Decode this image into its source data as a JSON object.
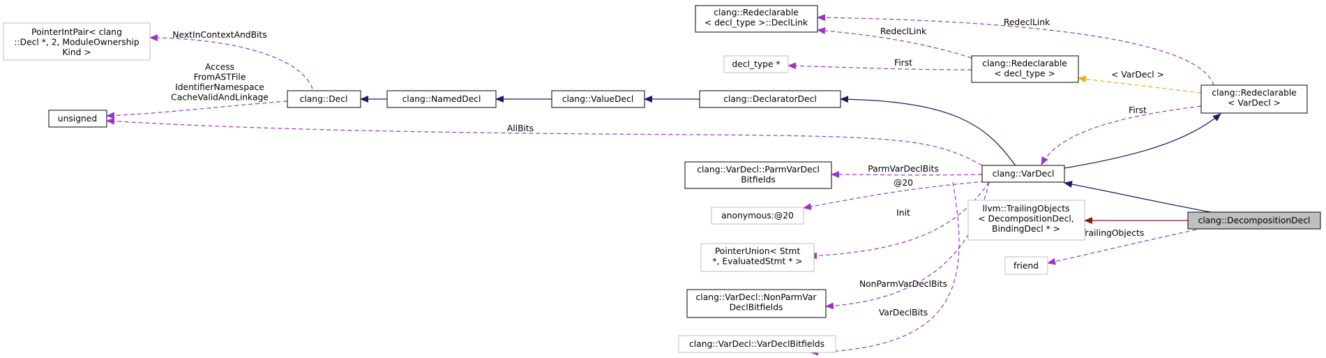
{
  "nodes": [
    {
      "id": "pip",
      "lines": [
        "PointerIntPair< clang",
        "::Decl *, 2, ModuleOwnership",
        "Kind >"
      ],
      "style": "external"
    },
    {
      "id": "unsigned",
      "lines": [
        "unsigned"
      ],
      "style": "documented"
    },
    {
      "id": "decl",
      "lines": [
        "clang::Decl"
      ],
      "style": "documented"
    },
    {
      "id": "nameddecl",
      "lines": [
        "clang::NamedDecl"
      ],
      "style": "documented"
    },
    {
      "id": "valuedecl",
      "lines": [
        "clang::ValueDecl"
      ],
      "style": "documented"
    },
    {
      "id": "declaratordecl",
      "lines": [
        "clang::DeclaratorDecl"
      ],
      "style": "documented"
    },
    {
      "id": "redecl_link",
      "lines": [
        "clang::Redeclarable",
        "< decl_type >::DeclLink"
      ],
      "style": "documented"
    },
    {
      "id": "decl_type",
      "lines": [
        "decl_type *"
      ],
      "style": "external"
    },
    {
      "id": "redecl_dt",
      "lines": [
        "clang::Redeclarable",
        "< decl_type >"
      ],
      "style": "documented"
    },
    {
      "id": "redecl_vd",
      "lines": [
        "clang::Redeclarable",
        "< VarDecl >"
      ],
      "style": "documented"
    },
    {
      "id": "vardecl",
      "lines": [
        "clang::VarDecl"
      ],
      "style": "documented"
    },
    {
      "id": "parmbits",
      "lines": [
        "clang::VarDecl::ParmVarDecl",
        "Bitfields"
      ],
      "style": "documented"
    },
    {
      "id": "anon20",
      "lines": [
        "anonymous:@20"
      ],
      "style": "external"
    },
    {
      "id": "ptrunion",
      "lines": [
        "PointerUnion< Stmt",
        "*, EvaluatedStmt * >"
      ],
      "style": "external"
    },
    {
      "id": "nonparmbits",
      "lines": [
        "clang::VarDecl::NonParmVar",
        "DeclBitfields"
      ],
      "style": "documented"
    },
    {
      "id": "vardeclbits",
      "lines": [
        "clang::VarDecl::VarDeclBitfields"
      ],
      "style": "external"
    },
    {
      "id": "trailing",
      "lines": [
        "llvm::TrailingObjects",
        "< DecompositionDecl,",
        "BindingDecl * >"
      ],
      "style": "external"
    },
    {
      "id": "friend",
      "lines": [
        "friend"
      ],
      "style": "external"
    },
    {
      "id": "decomp",
      "lines": [
        "clang::DecompositionDecl"
      ],
      "style": "current"
    }
  ],
  "edges": [
    {
      "id": "e-pip-decl",
      "from": "decl",
      "to": "pip",
      "kind": "usage",
      "label": [
        "NextInContextAndBits"
      ]
    },
    {
      "id": "e-unsigned-decl",
      "from": "decl",
      "to": "unsigned",
      "kind": "usage",
      "label": [
        "Access",
        "FromASTFile",
        "IdentifierNamespace",
        "CacheValidAndLinkage"
      ]
    },
    {
      "id": "e-decl-named",
      "from": "nameddecl",
      "to": "decl",
      "kind": "inherit"
    },
    {
      "id": "e-named-value",
      "from": "valuedecl",
      "to": "nameddecl",
      "kind": "inherit"
    },
    {
      "id": "e-value-declarator",
      "from": "declaratordecl",
      "to": "valuedecl",
      "kind": "inherit"
    },
    {
      "id": "e-declarator-var",
      "from": "vardecl",
      "to": "declaratordecl",
      "kind": "inherit"
    },
    {
      "id": "e-unsigned-var",
      "from": "vardecl",
      "to": "unsigned",
      "kind": "usage",
      "label": [
        "AllBits"
      ]
    },
    {
      "id": "e-link-redeclvd",
      "from": "redecl_vd",
      "to": "redecl_link",
      "kind": "usage",
      "label": [
        "RedeclLink"
      ]
    },
    {
      "id": "e-link-redecldt",
      "from": "redecl_dt",
      "to": "redecl_link",
      "kind": "usage",
      "label": [
        "RedeclLink"
      ]
    },
    {
      "id": "e-dt-redecldt",
      "from": "redecl_dt",
      "to": "decl_type",
      "kind": "usage",
      "label": [
        "First"
      ]
    },
    {
      "id": "e-redecldt-redeclvd",
      "from": "redecl_vd",
      "to": "redecl_dt",
      "kind": "template",
      "label": [
        "< VarDecl >"
      ]
    },
    {
      "id": "e-redeclvd-var",
      "from": "vardecl",
      "to": "redecl_vd",
      "kind": "inherit"
    },
    {
      "id": "e-var-first",
      "from": "redecl_vd",
      "to": "vardecl",
      "kind": "usage",
      "label": [
        "First"
      ]
    },
    {
      "id": "e-parm-var",
      "from": "vardecl",
      "to": "parmbits",
      "kind": "usage",
      "label": [
        "ParmVarDeclBits"
      ]
    },
    {
      "id": "e-anon-var",
      "from": "vardecl",
      "to": "anon20",
      "kind": "usage",
      "label": [
        "@20"
      ]
    },
    {
      "id": "e-ptr-var",
      "from": "vardecl",
      "to": "ptrunion",
      "kind": "usage",
      "label": [
        "Init"
      ]
    },
    {
      "id": "e-nonparm-var",
      "from": "vardecl",
      "to": "nonparmbits",
      "kind": "usage",
      "label": [
        "NonParmVarDeclBits"
      ]
    },
    {
      "id": "e-vdbits-var",
      "from": "vardecl",
      "to": "vardeclbits",
      "kind": "usage",
      "label": [
        "VarDeclBits"
      ]
    },
    {
      "id": "e-var-decomp",
      "from": "decomp",
      "to": "vardecl",
      "kind": "inherit"
    },
    {
      "id": "e-trailing-decomp",
      "from": "decomp",
      "to": "trailing",
      "kind": "private"
    },
    {
      "id": "e-friend-decomp",
      "from": "decomp",
      "to": "friend",
      "kind": "usage",
      "label": [
        "TrailingObjects"
      ]
    }
  ],
  "colors": {
    "inherit": "#191970",
    "usage": "#9a32cd",
    "template": "#ffa500",
    "private": "#8b1a1a",
    "documented_border": "#000000",
    "external_border": "#bfbfbf",
    "current_fill": "#bfbfbf"
  }
}
